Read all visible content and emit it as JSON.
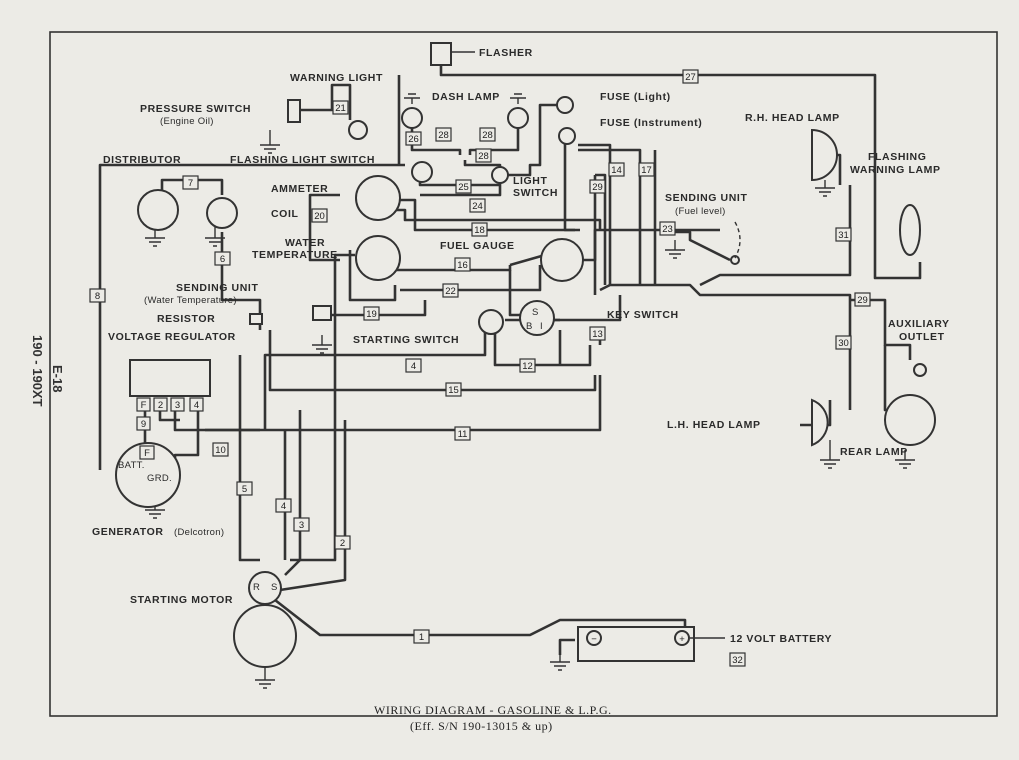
{
  "side_label": {
    "model": "190 - 190XT",
    "page": "E-18"
  },
  "caption": {
    "title": "WIRING DIAGRAM - GASOLINE & L.P.G.",
    "subtitle": "(Eff. S/N 190-13015 & up)"
  },
  "components": {
    "flasher": "FLASHER",
    "warning_light": "WARNING LIGHT",
    "pressure_switch": "PRESSURE SWITCH",
    "pressure_switch_sub": "(Engine Oil)",
    "dash_lamp": "DASH LAMP",
    "fuse_light": "FUSE (Light)",
    "fuse_instrument": "FUSE (Instrument)",
    "rh_head_lamp": "R.H. HEAD LAMP",
    "flashing_warning_lamp_1": "FLASHING",
    "flashing_warning_lamp_2": "WARNING LAMP",
    "distributor": "DISTRIBUTOR",
    "flashing_light_switch": "FLASHING LIGHT SWITCH",
    "ammeter": "AMMETER",
    "coil": "COIL",
    "light_switch_1": "LIGHT",
    "light_switch_2": "SWITCH",
    "sending_unit_fuel": "SENDING UNIT",
    "sending_unit_fuel_sub": "(Fuel level)",
    "water_temperature_1": "WATER",
    "water_temperature_2": "TEMPERATURE",
    "fuel_gauge": "FUEL GAUGE",
    "sending_unit_water": "SENDING UNIT",
    "sending_unit_water_sub": "(Water Temperature)",
    "resistor": "RESISTOR",
    "key_switch": "KEY SWITCH",
    "key_switch_terminals": [
      "S",
      "B",
      "I"
    ],
    "auxiliary_outlet_1": "AUXILIARY",
    "auxiliary_outlet_2": "OUTLET",
    "voltage_regulator": "VOLTAGE REGULATOR",
    "regulator_terminals": [
      "F",
      "2",
      "3",
      "4"
    ],
    "starting_switch": "STARTING SWITCH",
    "lh_head_lamp": "L.H. HEAD LAMP",
    "rear_lamp": "REAR LAMP",
    "generator_batt": "BATT.",
    "generator_grd": "GRD.",
    "generator_f": "F",
    "generator": "GENERATOR",
    "generator_sub": "(Delcotron)",
    "motor_terminals": [
      "R",
      "S"
    ],
    "starting_motor": "STARTING MOTOR",
    "battery": "12 VOLT BATTERY",
    "battery_neg": "−",
    "battery_pos": "+"
  },
  "wire_numbers": {
    "w27": "27",
    "w21": "21",
    "w26": "26",
    "w28a": "28",
    "w28b": "28",
    "w28c": "28",
    "w7": "7",
    "w6": "6",
    "w8": "8",
    "w20": "20",
    "w25": "25",
    "w24": "24",
    "w29a": "29",
    "w14": "14",
    "w17": "17",
    "w18": "18",
    "w23": "23",
    "w31": "31",
    "w16": "16",
    "w22": "22",
    "w19": "19",
    "w29b": "29",
    "w13": "13",
    "w30": "30",
    "w4a": "4",
    "w12": "12",
    "w15": "15",
    "w9": "9",
    "w11": "11",
    "w10": "10",
    "w5": "5",
    "w4b": "4",
    "w3": "3",
    "w2": "2",
    "w1": "1",
    "w32": "32"
  }
}
